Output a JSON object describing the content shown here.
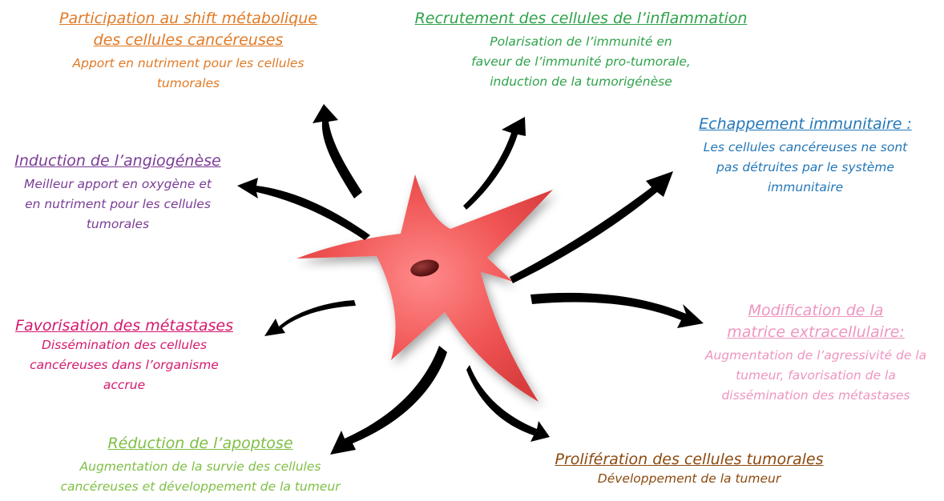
{
  "colors": {
    "orange": "#E07A26",
    "green": "#2FA24A",
    "blue": "#2377B8",
    "purple": "#7A3C96",
    "magenta": "#D4196E",
    "pink": "#EE95C0",
    "lightgreen": "#7FBF45",
    "brown": "#8B4A0F",
    "cell": "#F05454",
    "nucleus": "#5A0E0E",
    "arrow": "#000000"
  },
  "icons": {
    "cell": "cancer-cell-icon",
    "arrow": "curved-arrow-icon"
  },
  "items": [
    {
      "id": "metabolic",
      "color": "orange",
      "title": "Participation au shift métabolique\ndes cellules cancéreuses",
      "desc": "Apport en nutriment pour les cellules\ntumorales"
    },
    {
      "id": "inflammation",
      "color": "green",
      "title": "Recrutement des cellules de l’inflammation",
      "desc": "Polarisation de l’immunité en\nfaveur de l’immunité pro-tumorale,\ninduction de la tumorigénèse"
    },
    {
      "id": "immune-escape",
      "color": "blue",
      "title": "Echappement immunitaire :",
      "desc": "Les cellules cancéreuses ne sont\npas détruites par le système\nimmunitaire"
    },
    {
      "id": "angiogenesis",
      "color": "purple",
      "title": "Induction de l’angiogénèse",
      "desc": "Meilleur apport en oxygène et\nen nutriment pour les cellules\ntumorales"
    },
    {
      "id": "metastasis",
      "color": "magenta",
      "title": "Favorisation des métastases",
      "desc": "Dissémination des cellules\ncancéreuses dans l’organisme\naccrue"
    },
    {
      "id": "ecm",
      "color": "pink",
      "title": "Modification de la\nmatrice extracellulaire:",
      "desc": "Augmentation de l’agressivité de la\ntumeur, favorisation de la\ndissémination des métastases"
    },
    {
      "id": "apoptosis",
      "color": "lightgreen",
      "title": "Réduction de l’apoptose",
      "desc": "Augmentation de la survie des cellules\ncancéreuses et développement de la tumeur"
    },
    {
      "id": "proliferation",
      "color": "brown",
      "title": "Prolifération des cellules tumorales",
      "desc": "Développement de la tumeur"
    }
  ]
}
